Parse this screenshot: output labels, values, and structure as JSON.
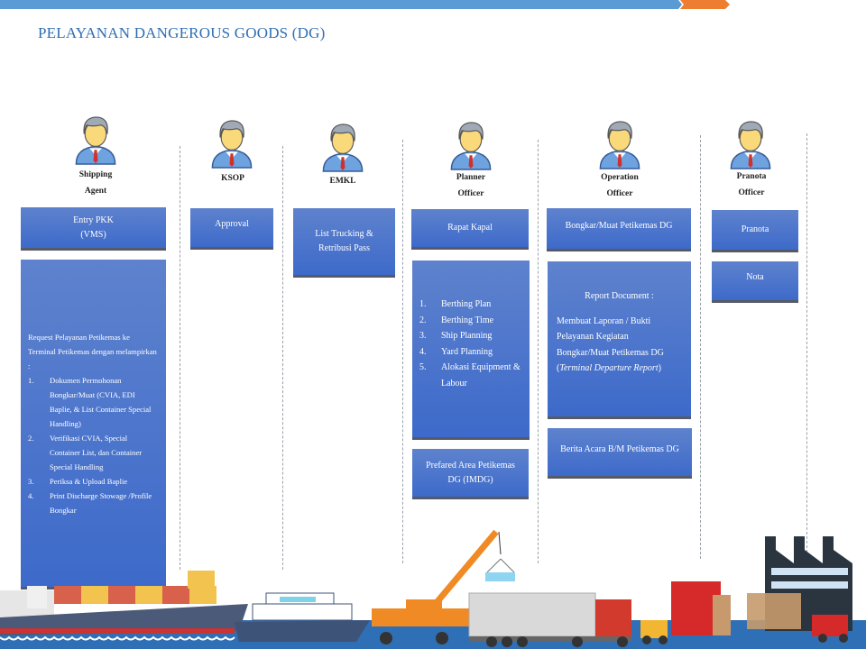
{
  "title": "PELAYANAN DANGEROUS GOODS (DG)",
  "colors": {
    "accent_blue": "#5B9BD5",
    "accent_orange": "#ED7D31",
    "box": "#4472C4",
    "title": "#2E6EB5"
  },
  "roles": [
    {
      "line1": "Shipping",
      "line2": "Agent"
    },
    {
      "line1": "KSOP",
      "line2": ""
    },
    {
      "line1": "EMKL",
      "line2": ""
    },
    {
      "line1": "Planner",
      "line2": "Officer"
    },
    {
      "line1": "Operation",
      "line2": "Officer"
    },
    {
      "line1": "Pranota",
      "line2": "Officer"
    }
  ],
  "boxes": {
    "entry_pkk": {
      "line1": "Entry PKK",
      "line2": "(VMS)"
    },
    "request": {
      "intro": "Request Pelayanan Petikemas ke Terminal Petikemas dengan melampirkan :",
      "items": [
        {
          "n": "1.",
          "t": "Dokumen Permohonan Bongkar/Muat (CVIA, EDI Baplie, & List Container Special Handling)"
        },
        {
          "n": "2.",
          "t": "Verifikasi CVIA, Special Container List, dan Container Special Handling"
        },
        {
          "n": "3.",
          "t": "Periksa & Upload Baplie"
        },
        {
          "n": "4.",
          "t": "Print Discharge Stowage /Profile Bongkar"
        }
      ]
    },
    "approval": "Approval",
    "list_trucking": {
      "line1": "List Trucking &",
      "line2": "Retribusi Pass"
    },
    "rapat_kapal": "Rapat Kapal",
    "planner_list": [
      {
        "n": "1.",
        "t": "Berthing Plan"
      },
      {
        "n": "2.",
        "t": "Berthing Time"
      },
      {
        "n": "3.",
        "t": "Ship Planning"
      },
      {
        "n": "4.",
        "t": "Yard Planning"
      },
      {
        "n": "5.",
        "t": "Alokasi Equipment & Labour"
      }
    ],
    "prefared": {
      "line1": "Prefared Area Petikemas",
      "line2": "DG (IMDG)"
    },
    "bongkar_muat": "Bongkar/Muat Petikemas DG",
    "report": {
      "heading": "Report Document :",
      "body": "Membuat Laporan / Bukti Pelayanan Kegiatan Bongkar/Muat Petikemas DG",
      "open": "(",
      "italic": "Terminal Departure Report",
      "close": ")"
    },
    "berita_acara": "Berita Acara B/M Petikemas DG",
    "pranota": "Pranota",
    "nota": "Nota"
  }
}
